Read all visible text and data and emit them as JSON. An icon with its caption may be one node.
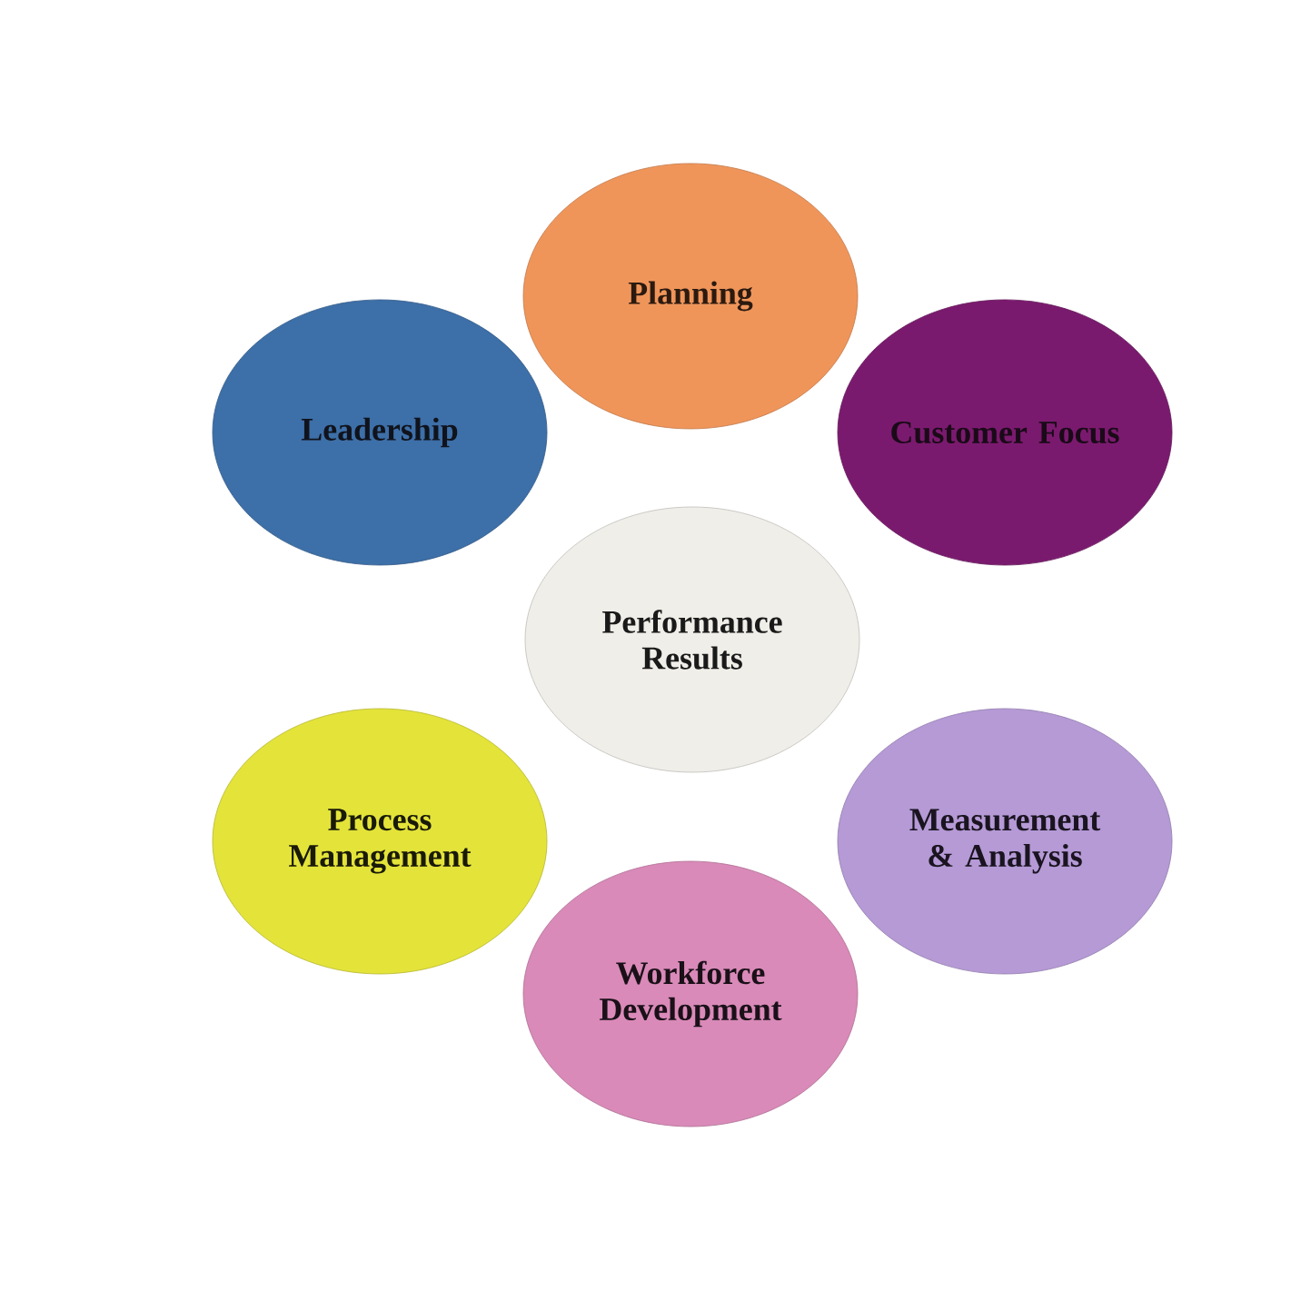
{
  "diagram": {
    "nodes": [
      {
        "text": [
          "Planning"
        ]
      },
      {
        "text": [
          "Leadership"
        ]
      },
      {
        "text": [
          "Customer Focus"
        ]
      },
      {
        "text": [
          "Performance Results"
        ]
      },
      {
        "text": [
          "Process Management"
        ]
      },
      {
        "text": [
          "Measurement & Analysis"
        ]
      },
      {
        "text": [
          "Workforce Development"
        ]
      }
    ]
  }
}
